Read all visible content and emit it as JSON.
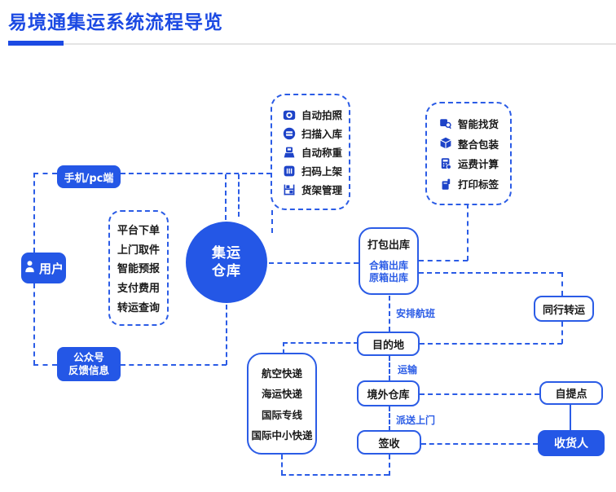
{
  "page": {
    "title": "易境通集运系统流程导览"
  },
  "colors": {
    "primary_blue": "#2b5ce6",
    "title_blue": "#1c4ae3",
    "node_fill": "#2457e6",
    "icon_blue": "#1d43c8",
    "text_black": "#1a1a1a",
    "divider_gray": "#e4e4e4"
  },
  "nodes": {
    "user": {
      "label": "用户",
      "icon": "person-icon"
    },
    "mobile_pc": {
      "label": "手机/pc端"
    },
    "official_account": {
      "line1": "公众号",
      "line2": "反馈信息"
    },
    "user_actions": [
      "平台下单",
      "上门取件",
      "智能预报",
      "支付费用",
      "转运查询"
    ],
    "warehouse": {
      "line1": "集运",
      "line2": "仓库"
    },
    "inbound_items": [
      {
        "icon": "camera-icon",
        "label": "自动拍照"
      },
      {
        "icon": "scan-icon",
        "label": "扫描入库"
      },
      {
        "icon": "scale-icon",
        "label": "自动称重"
      },
      {
        "icon": "barcode-icon",
        "label": "扫码上架"
      },
      {
        "icon": "shelf-icon",
        "label": "货架管理"
      }
    ],
    "outbound_items": [
      {
        "icon": "search-box-icon",
        "label": "智能找货"
      },
      {
        "icon": "package-icon",
        "label": "整合包装"
      },
      {
        "icon": "calculator-icon",
        "label": "运费计算"
      },
      {
        "icon": "printer-icon",
        "label": "打印标签"
      }
    ],
    "pack_out": {
      "title": "打包出库",
      "sub1": "合箱出库",
      "sub2": "原箱出库"
    },
    "peer_transfer": {
      "label": "同行转运"
    },
    "destination": {
      "label": "目的地"
    },
    "overseas_warehouse": {
      "label": "境外仓库"
    },
    "pickup_point": {
      "label": "自提点"
    },
    "sign": {
      "label": "签收"
    },
    "receiver": {
      "label": "收货人"
    },
    "channels": [
      "航空快递",
      "海运快递",
      "国际专线",
      "国际中小快递"
    ],
    "edge_labels": {
      "flight": "安排航班",
      "transport": "运输",
      "delivery": "派送上门"
    }
  }
}
